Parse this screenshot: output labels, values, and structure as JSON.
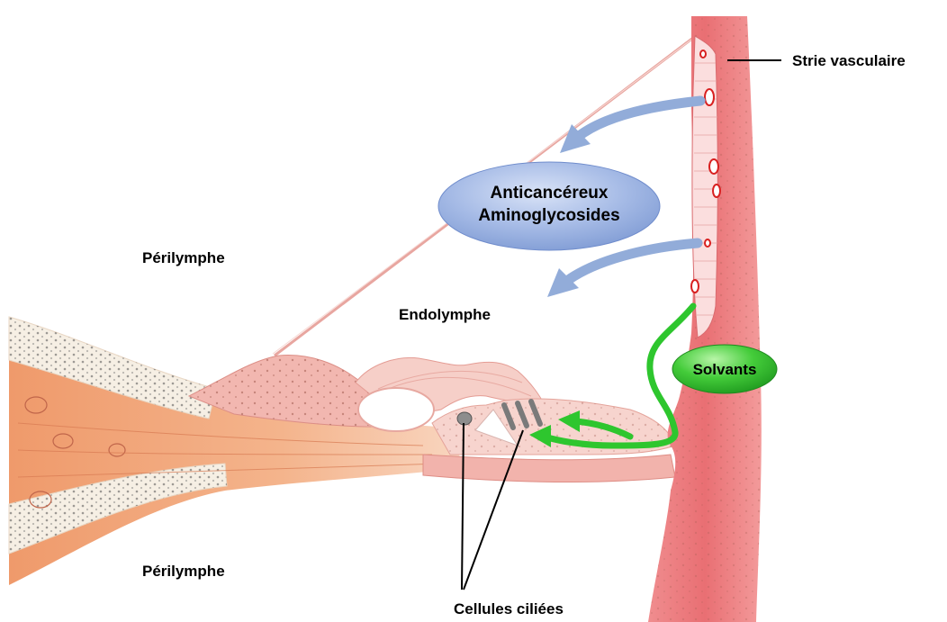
{
  "labels": {
    "strie_vasculaire": "Strie vasculaire",
    "perilymphe_top": "Périlymphe",
    "perilymphe_bottom": "Périlymphe",
    "endolymphe": "Endolymphe",
    "cellules_ciliees": "Cellules ciliées"
  },
  "ototoxic_agents": {
    "line1": "Anticancéreux",
    "line2": "Aminoglycosides"
  },
  "solvants": "Solvants",
  "colors": {
    "tissue_red": "#e8767a",
    "tissue_pink": "#f3c7c2",
    "bone_orange": "#ef9a6b",
    "agent_oval": "#8fa8dc",
    "agent_arrow": "#92acd9",
    "solvant_green": "#2ec62e"
  }
}
